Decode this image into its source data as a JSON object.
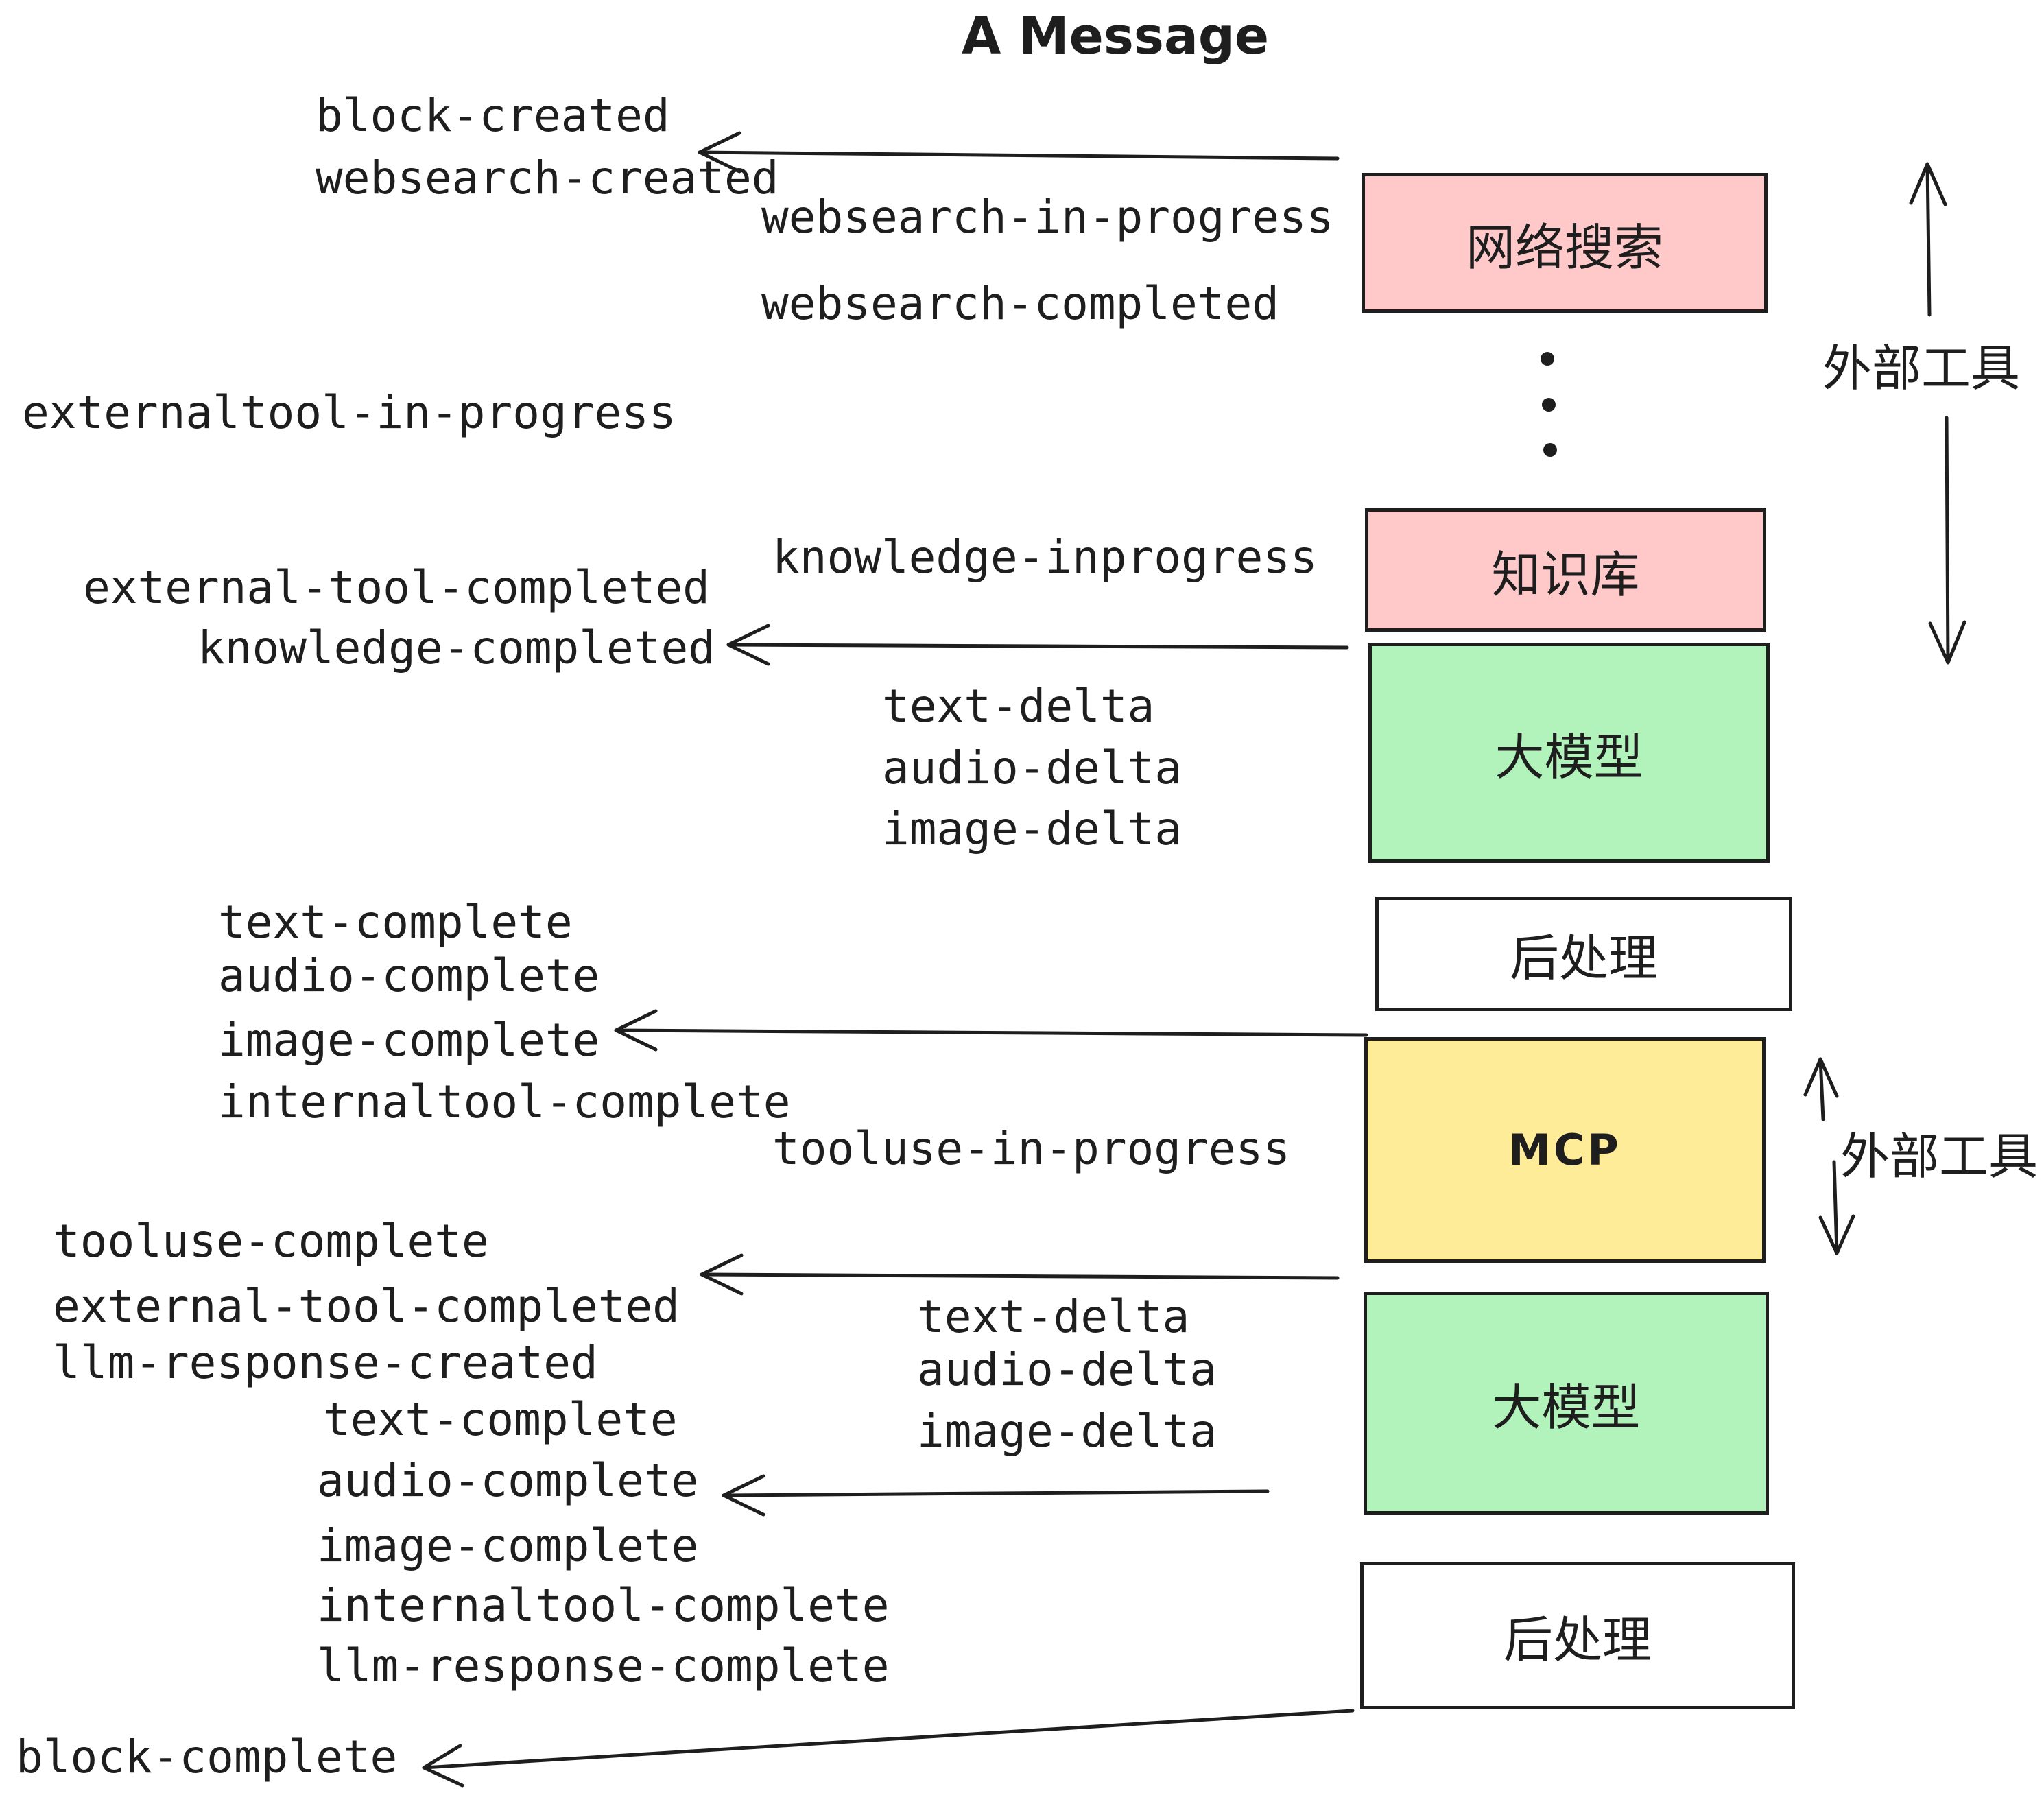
{
  "title": "A Message",
  "colors": {
    "ink": "#1e1e1e",
    "pink": "#ffc9c9",
    "green": "#b2f2bb",
    "yellow": "#ffec99",
    "white": "#ffffff"
  },
  "events": [
    "block-created",
    "websearch-created",
    "websearch-in-progress",
    "websearch-completed",
    "externaltool-in-progress",
    "knowledge-inprogress",
    "external-tool-completed",
    "knowledge-completed",
    "text-delta",
    "audio-delta",
    "image-delta",
    "text-complete",
    "audio-complete",
    "image-complete",
    "internaltool-complete",
    "tooluse-in-progress",
    "tooluse-complete",
    "external-tool-completed",
    "llm-response-created",
    "text-complete",
    "text-delta",
    "audio-delta",
    "image-delta",
    "audio-complete",
    "image-complete",
    "internaltool-complete",
    "llm-response-complete",
    "block-complete"
  ],
  "boxes": [
    {
      "id": "websearch",
      "label": "网络搜索",
      "color": "#ffc9c9"
    },
    {
      "id": "knowledge",
      "label": "知识库",
      "color": "#ffc9c9"
    },
    {
      "id": "llm-1",
      "label": "大模型",
      "color": "#b2f2bb"
    },
    {
      "id": "postprocess-1",
      "label": "后处理",
      "color": "#ffffff"
    },
    {
      "id": "mcp",
      "label": "MCP",
      "color": "#ffec99"
    },
    {
      "id": "llm-2",
      "label": "大模型",
      "color": "#b2f2bb"
    },
    {
      "id": "postprocess-2",
      "label": "后处理",
      "color": "#ffffff"
    }
  ],
  "side_labels": [
    {
      "text": "外部工具"
    },
    {
      "text": "外部工具"
    }
  ],
  "decorations": {
    "vertical_ellipsis_dot_count": 3
  }
}
